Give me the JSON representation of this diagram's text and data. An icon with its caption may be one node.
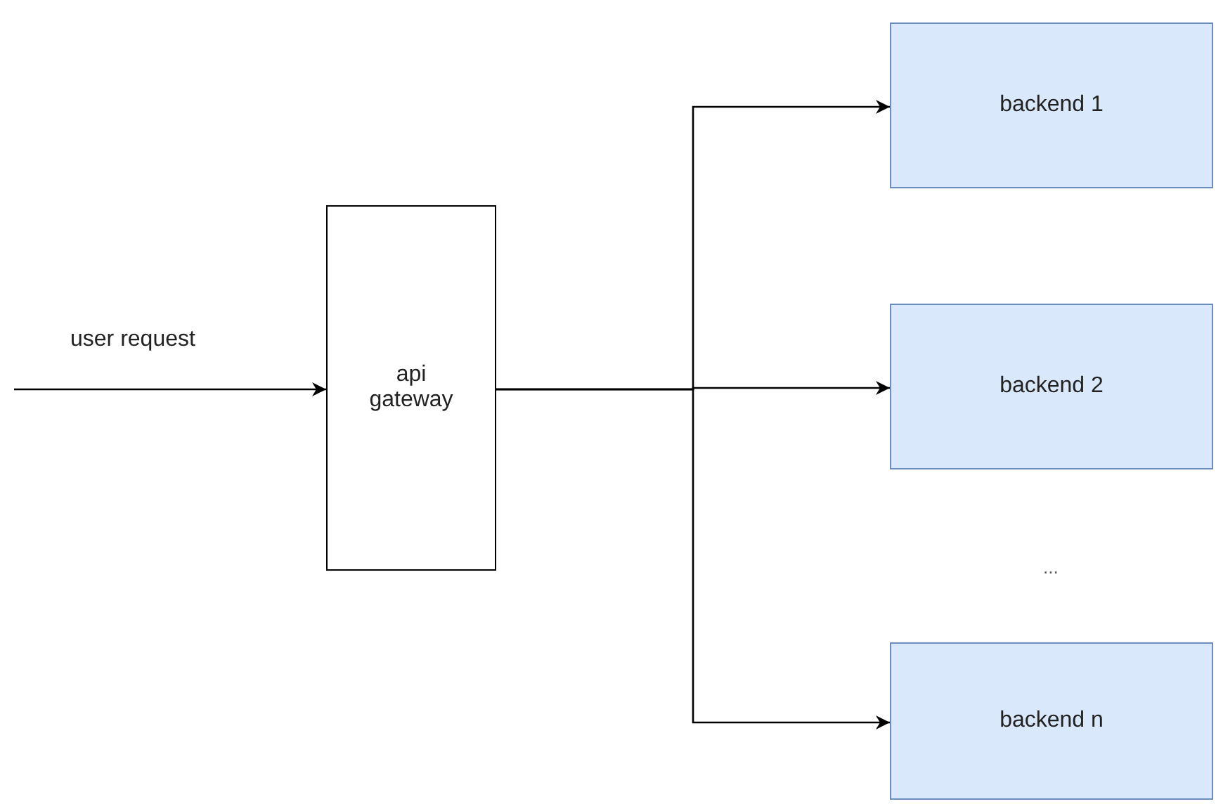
{
  "diagram": {
    "nodes": [
      {
        "text": [
          "api gateway"
        ]
      },
      {
        "text": [
          "backend 1"
        ]
      },
      {
        "text": [
          "backend 2"
        ]
      },
      {
        "text": [
          "backend n"
        ]
      }
    ],
    "edges": [
      {
        "from": null,
        "to": 0,
        "arrow": "to",
        "label": "user request"
      },
      {
        "from": 0,
        "to": 1,
        "arrow": "to"
      },
      {
        "from": 0,
        "to": 2,
        "arrow": "to"
      },
      {
        "from": 0,
        "to": 3,
        "arrow": "to"
      }
    ],
    "labels": [
      "..."
    ]
  }
}
